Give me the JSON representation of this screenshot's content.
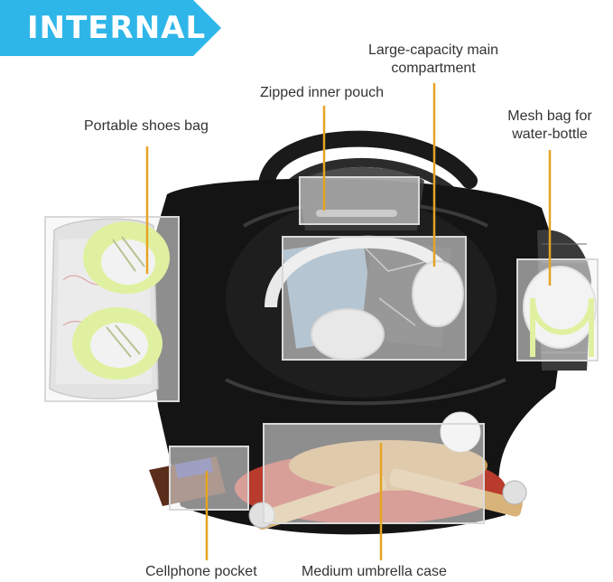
{
  "banner": {
    "text": "INTERNAL"
  },
  "labels": {
    "shoes_bag": "Portable shoes bag",
    "inner_pouch": "Zipped inner pouch",
    "main_compartment": "Large-capacity main compartment",
    "mesh_bag": "Mesh bag for water-bottle",
    "cellphone_pocket": "Cellphone pocket",
    "umbrella_case": "Medium umbrella case"
  },
  "colors": {
    "banner": "#2fb6e9",
    "leader_line": "#e6a323",
    "bag": "#141414",
    "shoe_accent": "#c8f03c"
  }
}
